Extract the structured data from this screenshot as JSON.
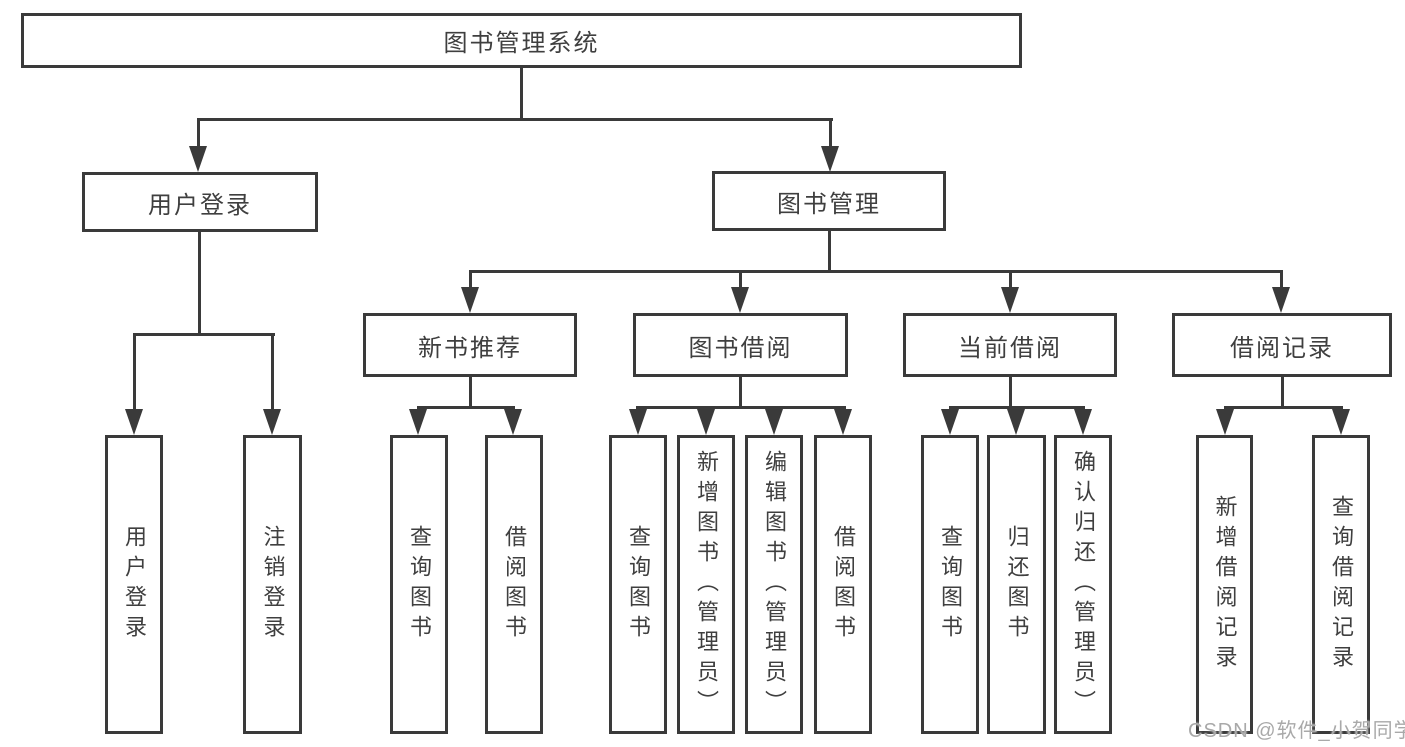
{
  "tree": {
    "label": "图书管理系统",
    "children": [
      {
        "label": "用户登录",
        "children": [
          {
            "label": "用户登录"
          },
          {
            "label": "注销登录"
          }
        ]
      },
      {
        "label": "图书管理",
        "children": [
          {
            "label": "新书推荐",
            "children": [
              {
                "label": "查询图书"
              },
              {
                "label": "借阅图书"
              }
            ]
          },
          {
            "label": "图书借阅",
            "children": [
              {
                "label": "查询图书"
              },
              {
                "label": "新增图书（管理员）"
              },
              {
                "label": "编辑图书（管理员）"
              },
              {
                "label": "借阅图书"
              }
            ]
          },
          {
            "label": "当前借阅",
            "children": [
              {
                "label": "查询图书"
              },
              {
                "label": "归还图书"
              },
              {
                "label": "确认归还（管理员）"
              }
            ]
          },
          {
            "label": "借阅记录",
            "children": [
              {
                "label": "新增借阅记录"
              },
              {
                "label": "查询借阅记录"
              }
            ]
          }
        ]
      }
    ]
  },
  "watermark": {
    "text": "CSDN @软件_小贺同学"
  },
  "colors": {
    "line": "#3a3a3a",
    "box_border": "#3a3a3a",
    "box_background": "#ffffff",
    "text": "#3f3f3f",
    "watermark": "#a9a9a9",
    "page_background": "#ffffff"
  }
}
